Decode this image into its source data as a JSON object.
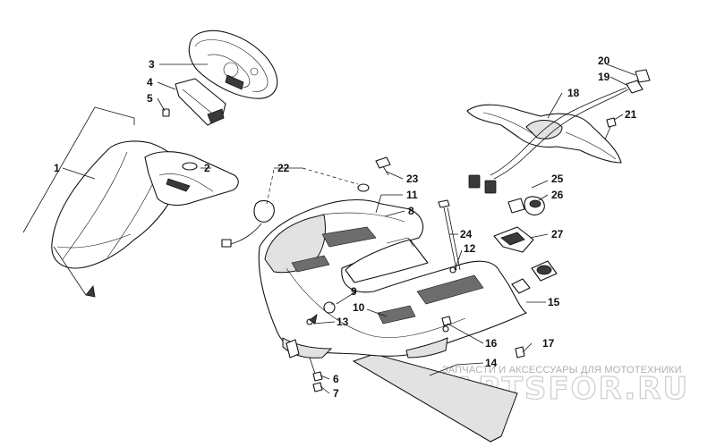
{
  "callouts": [
    {
      "id": "1",
      "label": "1"
    },
    {
      "id": "2",
      "label": "2"
    },
    {
      "id": "3",
      "label": "3"
    },
    {
      "id": "4",
      "label": "4"
    },
    {
      "id": "5",
      "label": "5"
    },
    {
      "id": "6",
      "label": "6"
    },
    {
      "id": "7",
      "label": "7"
    },
    {
      "id": "8",
      "label": "8"
    },
    {
      "id": "9",
      "label": "9"
    },
    {
      "id": "10",
      "label": "10"
    },
    {
      "id": "11",
      "label": "11"
    },
    {
      "id": "12",
      "label": "12"
    },
    {
      "id": "13",
      "label": "13"
    },
    {
      "id": "14",
      "label": "14"
    },
    {
      "id": "15",
      "label": "15"
    },
    {
      "id": "16",
      "label": "16"
    },
    {
      "id": "17",
      "label": "17"
    },
    {
      "id": "18",
      "label": "18"
    },
    {
      "id": "19",
      "label": "19"
    },
    {
      "id": "20",
      "label": "20"
    },
    {
      "id": "21",
      "label": "21"
    },
    {
      "id": "22",
      "label": "22"
    },
    {
      "id": "23",
      "label": "23"
    },
    {
      "id": "24",
      "label": "24"
    },
    {
      "id": "25",
      "label": "25"
    },
    {
      "id": "26",
      "label": "26"
    },
    {
      "id": "27",
      "label": "27"
    }
  ],
  "watermark": {
    "tagline": "ЗАПЧАСТИ И АКСЕССУАРЫ ДЛЯ МОТОТЕХНИКИ",
    "logo": "PARTSFOR.RU"
  }
}
